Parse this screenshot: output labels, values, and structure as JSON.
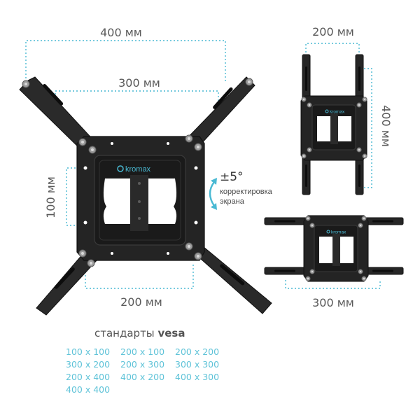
{
  "dimensions": {
    "main_width_outer": "400 мм",
    "main_width_inner": "300 мм",
    "main_height": "100 мм",
    "main_bottom": "200 мм",
    "tall_width": "200 мм",
    "tall_height": "400 мм",
    "wide_width": "300 мм"
  },
  "brand": {
    "logo_text": "kromax"
  },
  "tilt": {
    "angle": "±5°",
    "caption_line1": "корректировка",
    "caption_line2": "экрана"
  },
  "vesa": {
    "title_prefix": "стандарты",
    "title_bold": "vesa",
    "sizes": [
      "100 x 100",
      "200 x 100",
      "200 x 200",
      "300 x 200",
      "200 x 300",
      "300 x 300",
      "200 x 400",
      "400 x 200",
      "400 x 300",
      "400 x 400"
    ]
  },
  "colors": {
    "accent": "#49b9d3",
    "metal": "#232323",
    "text": "#5a5a5a"
  }
}
